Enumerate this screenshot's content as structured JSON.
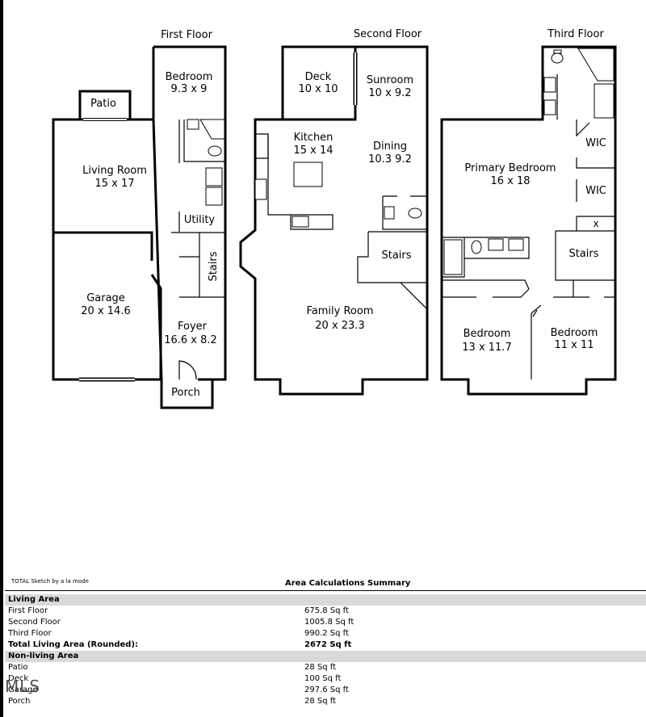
{
  "floors": {
    "first": "First Floor",
    "second": "Second Floor",
    "third": "Third Floor"
  },
  "rooms": {
    "first": {
      "bedroom": {
        "name": "Bedroom",
        "dims": "9.3 x 9"
      },
      "patio": {
        "name": "Patio"
      },
      "living": {
        "name": "Living Room",
        "dims": "15 x 17"
      },
      "utility": {
        "name": "Utility"
      },
      "stairs": {
        "name": "Stairs"
      },
      "garage": {
        "name": "Garage",
        "dims": "20 x 14.6"
      },
      "foyer": {
        "name": "Foyer",
        "dims": "16.6 x 8.2"
      },
      "porch": {
        "name": "Porch"
      }
    },
    "second": {
      "deck": {
        "name": "Deck",
        "dims": "10 x 10"
      },
      "sunroom": {
        "name": "Sunroom",
        "dims": "10 x 9.2"
      },
      "kitchen": {
        "name": "Kitchen",
        "dims": "15 x 14"
      },
      "dining": {
        "name": "Dining",
        "dims": "10.3 9.2"
      },
      "stairs": {
        "name": "Stairs"
      },
      "family": {
        "name": "Family Room",
        "dims": "20 x 23.3"
      }
    },
    "third": {
      "primary": {
        "name": "Primary Bedroom",
        "dims": "16 x 18"
      },
      "wic1": {
        "name": "WIC"
      },
      "wic2": {
        "name": "WIC"
      },
      "closet": {
        "name": "x"
      },
      "stairs": {
        "name": "Stairs"
      },
      "bedroom_left": {
        "name": "Bedroom",
        "dims": "13 x 11.7"
      },
      "bedroom_right": {
        "name": "Bedroom",
        "dims": "11 x 11"
      }
    }
  },
  "summary": {
    "credit": "TOTAL Sketch by a la mode",
    "title": "Area Calculations Summary",
    "living_header": "Living Area",
    "living_rows": [
      {
        "label": "First Floor",
        "value": "675.8 Sq ft"
      },
      {
        "label": "Second Floor",
        "value": "1005.8 Sq ft"
      },
      {
        "label": "Third Floor",
        "value": "990.2 Sq ft"
      }
    ],
    "total": {
      "label": "Total Living Area (Rounded):",
      "value": "2672 Sq ft"
    },
    "nonliving_header": "Non-living Area",
    "nonliving_rows": [
      {
        "label": "Patio",
        "value": "28 Sq ft"
      },
      {
        "label": "Deck",
        "value": "100 Sq ft"
      },
      {
        "label": "Garage",
        "value": "297.6 Sq ft"
      },
      {
        "label": "Porch",
        "value": "28 Sq ft"
      }
    ]
  },
  "watermark": "MLS"
}
